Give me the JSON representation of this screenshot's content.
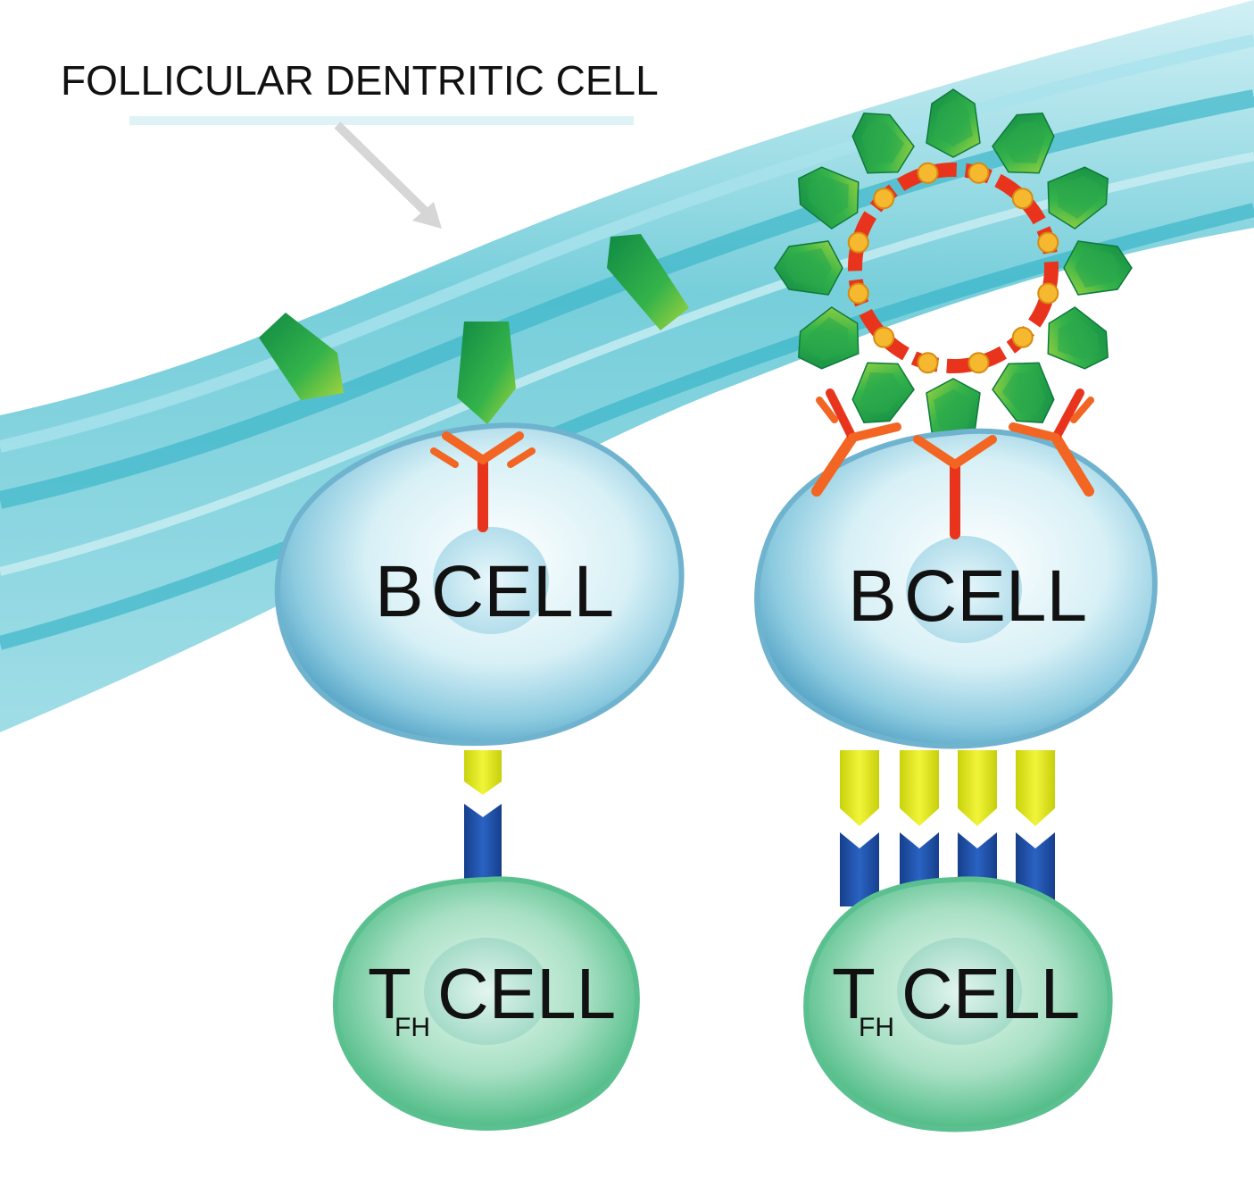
{
  "labels": {
    "fdc": "FOLLICULAR DENTRITIC CELL",
    "b_cell_left": {
      "b": "B",
      "cell": "CELL"
    },
    "b_cell_right": {
      "b": "B",
      "cell": "CELL"
    },
    "tfh_left": {
      "t": "T",
      "sub": "FH",
      "cell": "CELL"
    },
    "tfh_right": {
      "t": "T",
      "sub": "FH",
      "cell": "CELL"
    }
  },
  "colors": {
    "membrane": "#4fc3d3",
    "membrane_light": "#b9e6ee",
    "antigen_green": "#1f9a4a",
    "antigen_light": "#8fd14f",
    "receptor_orange": "#f26522",
    "receptor_red": "#e8341c",
    "ligand_yellow": "#e4ec13",
    "receptor_blue": "#1e4fa8",
    "b_cell": "#8fcde0",
    "t_cell": "#6cc79a"
  }
}
